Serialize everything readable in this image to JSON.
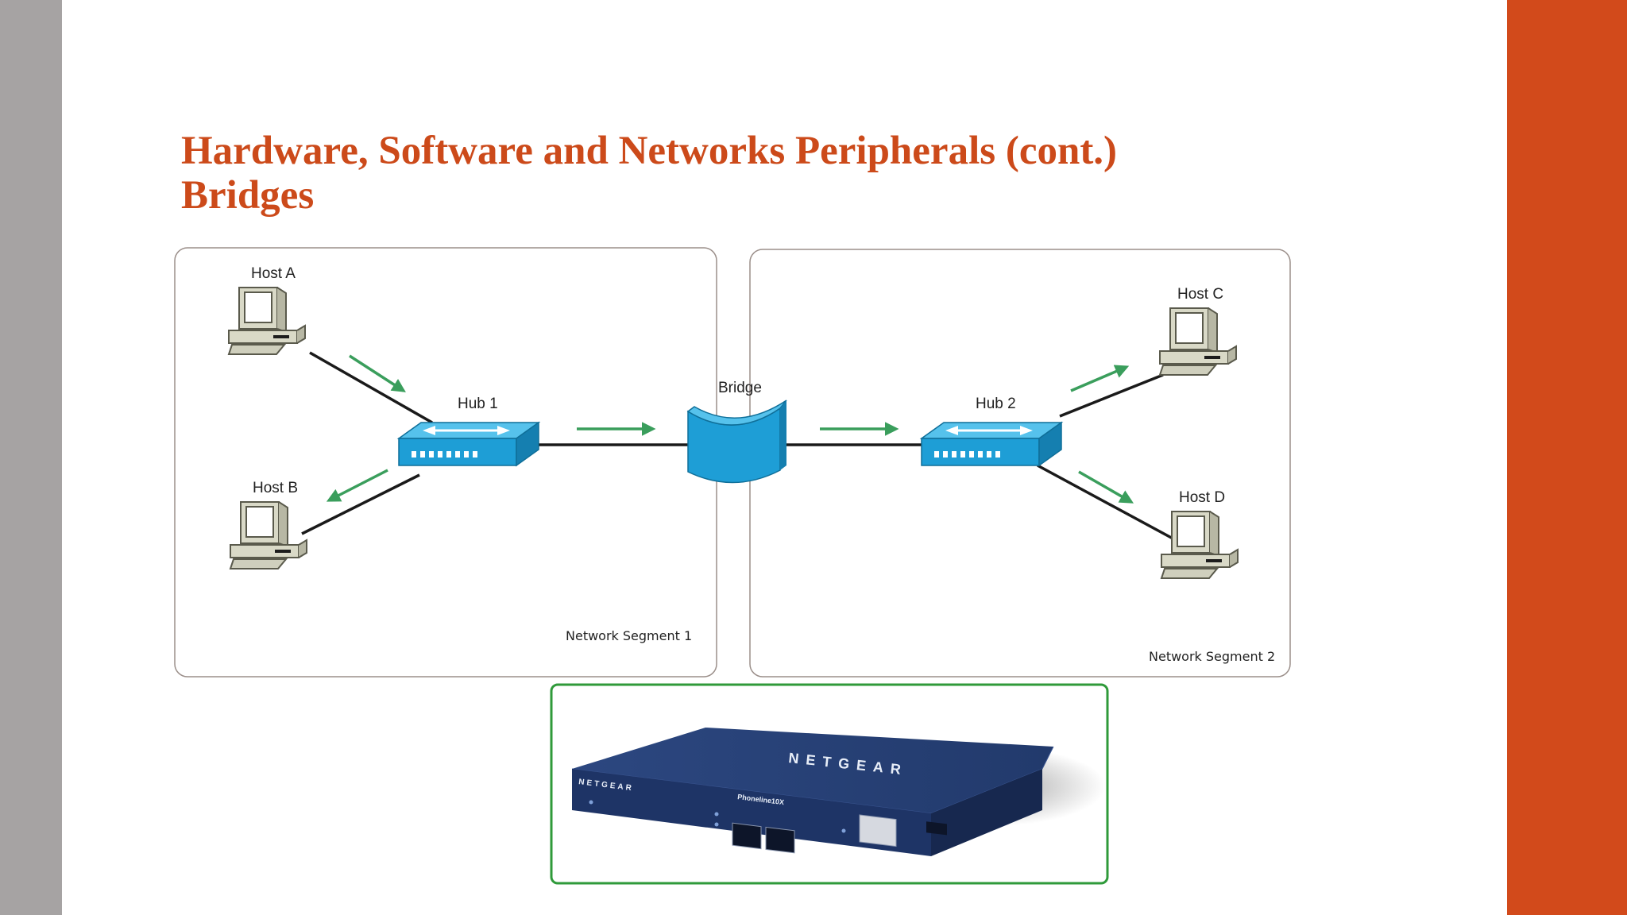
{
  "slide": {
    "title_line1": "Hardware, Software and Networks Peripherals (cont.)",
    "title_line2": "Bridges"
  },
  "diagram": {
    "hosts": {
      "a": "Host A",
      "b": "Host B",
      "c": "Host C",
      "d": "Host D"
    },
    "hubs": {
      "hub1": "Hub 1",
      "hub2": "Hub 2"
    },
    "bridge": "Bridge",
    "segments": {
      "seg1": "Network Segment 1",
      "seg2": "Network Segment 2"
    }
  },
  "device": {
    "brand_top": "NETGEAR",
    "brand_front": "NETGEAR",
    "model": "Phoneline10X"
  },
  "colors": {
    "accent": "#d24a1b",
    "title": "#cc4a1a",
    "sidebar": "#a6a3a3",
    "arrow": "#3a9e5c",
    "hub": "#1e9ed6",
    "photo_border": "#2f9a3a",
    "device_body": "#1e3466"
  }
}
